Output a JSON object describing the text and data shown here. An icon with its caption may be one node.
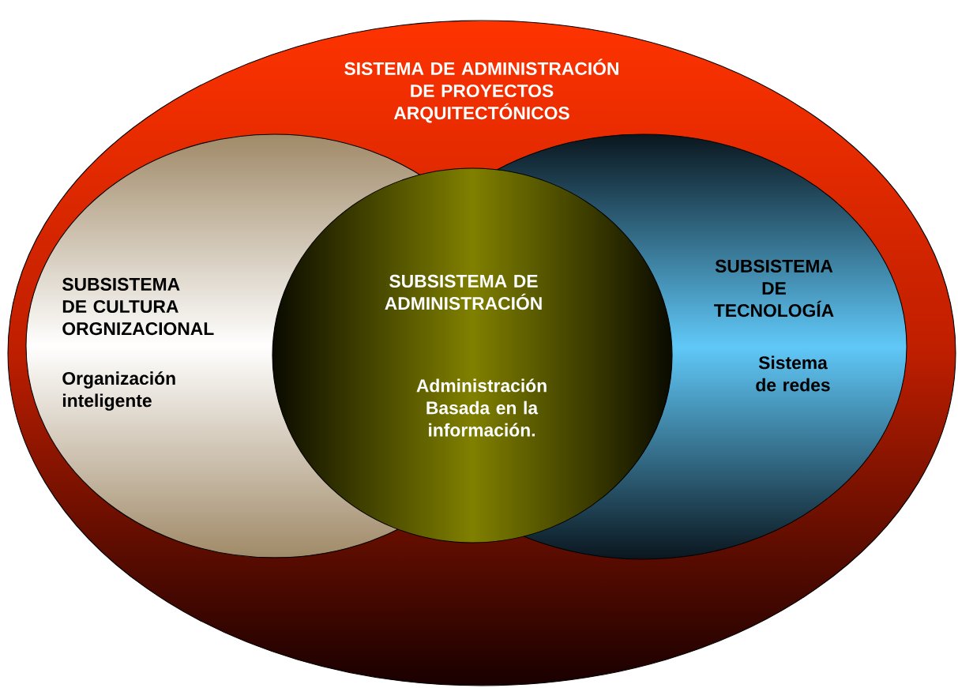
{
  "diagram": {
    "nodes": [
      {
        "text": [
          "SISTEMA DE ADMINISTRACIÓN DE PROYECTOS ARQUITECTÓNICOS"
        ]
      },
      {
        "text": [
          "SUBSISTEMA DE CULTURA ORGNIZACIONAL",
          "Organización inteligente"
        ],
        "in": 0
      },
      {
        "text": [
          "SUBSISTEMA DE TECNOLOGÍA",
          "Sistema de redes"
        ],
        "in": 0
      },
      {
        "text": [
          "SUBSISTEMA DE ADMINISTRACIÓN",
          "Administración Basada en la información."
        ],
        "in": 0
      }
    ]
  }
}
